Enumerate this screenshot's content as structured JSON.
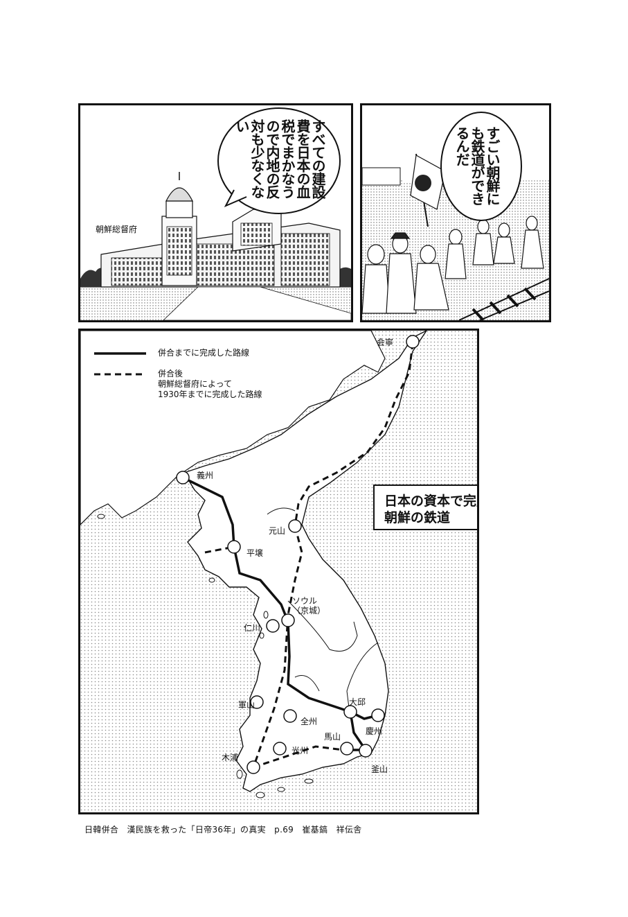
{
  "panel1": {
    "building_label": "朝鮮総督府",
    "speech": [
      "すべての",
      "建設費を",
      "日本の血税で",
      "まかなうので",
      "内地の反対も",
      "少なくない"
    ]
  },
  "panel2": {
    "speech": [
      "すごい",
      "朝鮮にも",
      "鉄道が",
      "できるんだ"
    ]
  },
  "map": {
    "legend": {
      "solid": "併合までに完成した路線",
      "dashed": [
        "併合後",
        "朝鮮総督府によって",
        "1930年までに完成した路線"
      ]
    },
    "caption": [
      "日本の資本で完成した",
      "朝鮮の鉄道"
    ],
    "cities": {
      "hoeryong": "会寧",
      "uiju": "義州",
      "wonsan": "元山",
      "pyongyang": "平壌",
      "seoul": "ソウル",
      "keijo": "（京城）",
      "incheon": "仁川",
      "gunsan": "軍山",
      "jeonju": "全州",
      "daegu": "大邱",
      "gyeongju": "慶州",
      "masan": "馬山",
      "gwangju": "光州",
      "mokpo": "木浦",
      "busan": "釜山"
    }
  },
  "source": "日韓併合　漢民族を救った「日帝36年」の真実　p.69　崔基鎬　祥伝舎"
}
